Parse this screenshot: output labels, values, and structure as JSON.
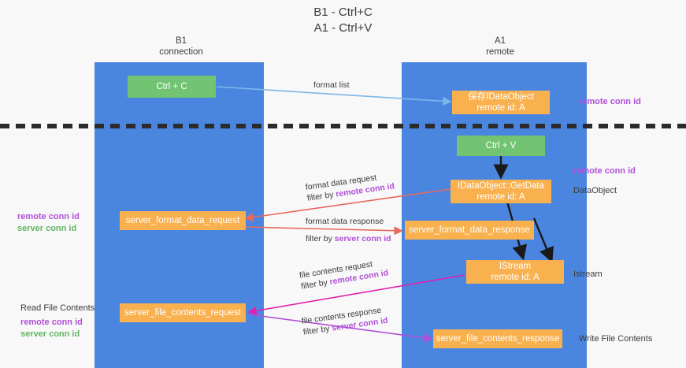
{
  "title": {
    "line1": "B1 - Ctrl+C",
    "line2": "A1 - Ctrl+V"
  },
  "colors": {
    "lane": "#4a86e0",
    "green_node": "#72c472",
    "orange_node": "#f9b04e",
    "remote_conn": "#b14fd8",
    "server_conn": "#63b563",
    "arrow_blue": "#7fb6e8",
    "arrow_red": "#e8685d",
    "arrow_magenta": "#e020b0",
    "arrow_purple": "#b14fd8",
    "arrow_black": "#1a1a1a",
    "divider": "#2b2b2b",
    "background": "#f8f8f8"
  },
  "lanes": [
    {
      "id": "b1",
      "title": "B1",
      "subtitle": "connection"
    },
    {
      "id": "a1",
      "title": "A1",
      "subtitle": "remote"
    }
  ],
  "nodes": {
    "ctrl_c": {
      "line1": "Ctrl + C",
      "line2": ""
    },
    "save_idataobject": {
      "line1": "保存IDataObject",
      "line2": "remote id: A"
    },
    "ctrl_v": {
      "line1": "Ctrl + V",
      "line2": ""
    },
    "getdata": {
      "line1": "IDataObject::GetData",
      "line2": "remote id: A"
    },
    "server_format_data_request": {
      "line1": "server_format_data_request",
      "line2": ""
    },
    "server_format_data_response": {
      "line1": "server_format_data_response",
      "line2": ""
    },
    "istream": {
      "line1": "IStream",
      "line2": "remote id: A"
    },
    "server_file_contents_request": {
      "line1": "server_file_contents_request",
      "line2": ""
    },
    "server_file_contents_response": {
      "line1": "server_file_contents_response",
      "line2": ""
    }
  },
  "edge_labels": {
    "format_list": "format list",
    "format_data_request": "format data request",
    "format_data_request_filter_prefix": "filter by ",
    "format_data_request_filter_key": "remote conn id",
    "format_data_response": "format data response",
    "format_data_response_filter_prefix": "filter by ",
    "format_data_response_filter_key": "server conn id",
    "file_contents_request": "file contents request",
    "file_contents_request_filter_prefix": "filter by ",
    "file_contents_request_filter_key": "remote conn id",
    "file_contents_response": "file contents response",
    "file_contents_response_filter_prefix": "filter by ",
    "file_contents_response_filter_key": "server conn id"
  },
  "annotations": {
    "right_remote_conn_id_top": "remote conn id",
    "right_remote_conn_id_mid": "remote conn id",
    "right_dataobject": "DataObject",
    "right_istream": "Istream",
    "right_write_file_contents": "Write File Contents",
    "left_remote_conn_id_mid": "remote conn id",
    "left_server_conn_id_mid": "server conn id",
    "left_read_file_contents": "Read File Contents",
    "left_remote_conn_id_bottom": "remote conn id",
    "left_server_conn_id_bottom": "server conn id"
  }
}
